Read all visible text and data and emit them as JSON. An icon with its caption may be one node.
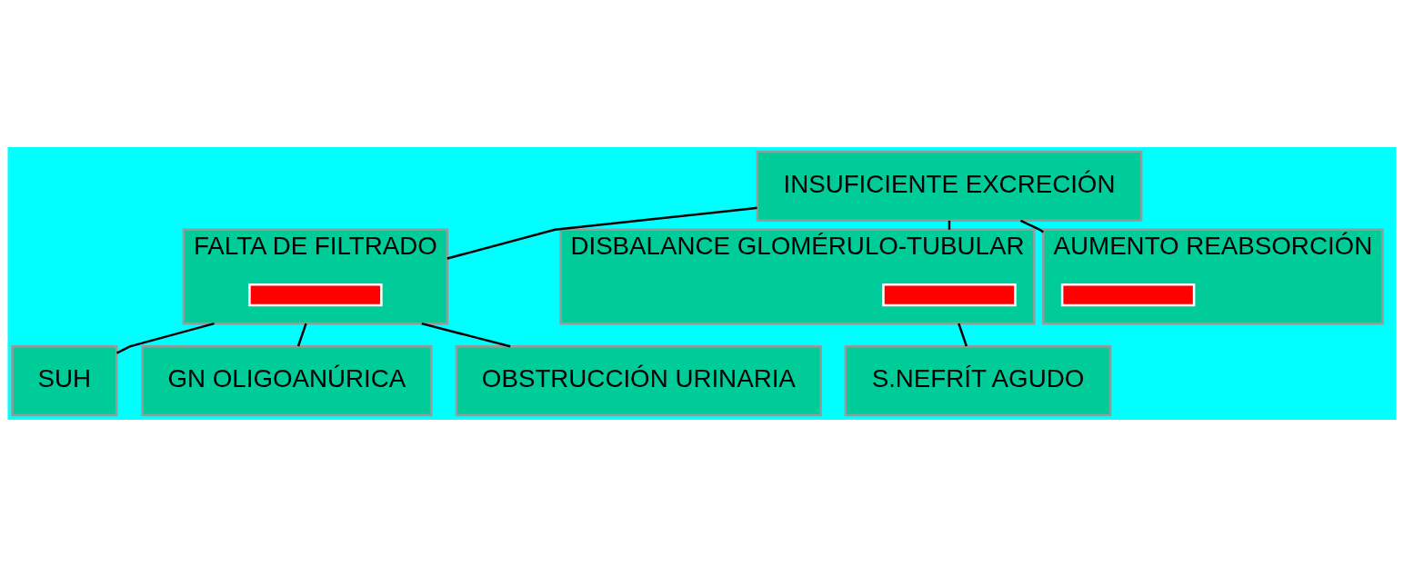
{
  "diagram": {
    "nodes": [
      {
        "text": [
          "INSUFICIENTE EXCRECIÓN"
        ]
      },
      {
        "text": [
          "FALTA DE FILTRADO"
        ]
      },
      {
        "text": [],
        "shape": "bar",
        "in": 1
      },
      {
        "text": [
          "DISBALANCE GLOMÉRULO-TUBULAR"
        ]
      },
      {
        "text": [],
        "shape": "bar",
        "in": 3
      },
      {
        "text": [
          "AUMENTO REABSORCIÓN"
        ]
      },
      {
        "text": [],
        "shape": "bar",
        "in": 5
      },
      {
        "text": [
          "SUH"
        ]
      },
      {
        "text": [
          "GN OLIGOANÚRICA"
        ]
      },
      {
        "text": [
          "OBSTRUCCIÓN URINARIA"
        ]
      },
      {
        "text": [
          "S.NEFRÍT AGUDO"
        ]
      }
    ],
    "edges": [
      {
        "from": 0,
        "to": 1,
        "arrow": "none"
      },
      {
        "from": 0,
        "to": 3,
        "arrow": "none"
      },
      {
        "from": 0,
        "to": 5,
        "arrow": "none"
      },
      {
        "from": 1,
        "to": 7,
        "arrow": "none"
      },
      {
        "from": 1,
        "to": 8,
        "arrow": "none"
      },
      {
        "from": 1,
        "to": 9,
        "arrow": "none"
      },
      {
        "from": 3,
        "to": 10,
        "arrow": "none"
      }
    ]
  }
}
